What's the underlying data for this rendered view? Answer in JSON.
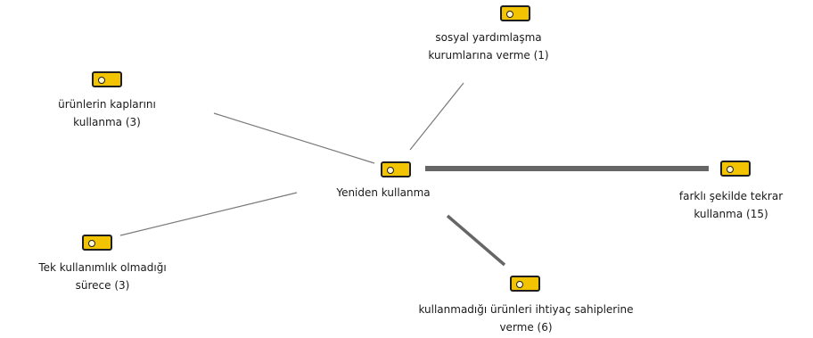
{
  "diagram": {
    "center": {
      "label": "Yeniden kullanma",
      "icon": "tag-icon"
    },
    "nodes": [
      {
        "id": "sosyal",
        "label_line1": "sosyal yardımlaşma",
        "label_line2": "kurumlarına verme (1)",
        "weight": 1
      },
      {
        "id": "urunlerin",
        "label_line1": "ürünlerin kaplarını",
        "label_line2": "kullanma (3)",
        "weight": 3
      },
      {
        "id": "farkli",
        "label_line1": "farklı şekilde tekrar",
        "label_line2": "kullanma (15)",
        "weight": 15
      },
      {
        "id": "tek",
        "label_line1": "Tek kullanımlık olmadığı",
        "label_line2": "sürece (3)",
        "weight": 3
      },
      {
        "id": "kullanmadigi",
        "label_line1": "kullanmadığı ürünleri ihtiyaç sahiplerine",
        "label_line2": "verme (6)",
        "weight": 6
      }
    ],
    "colors": {
      "tag_fill": "#f2c300",
      "tag_border": "#1f1f1f",
      "edge": "#6b6b6b"
    }
  }
}
